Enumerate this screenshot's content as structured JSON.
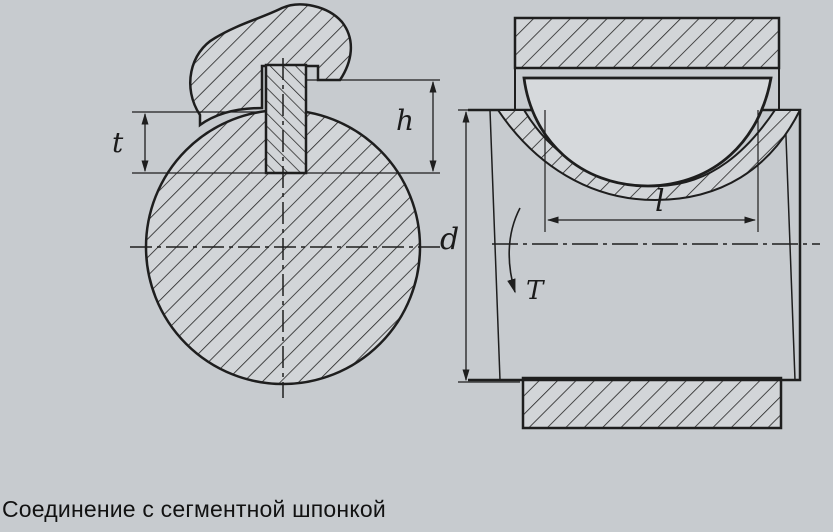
{
  "caption": "Соединение с сегментной шпонкой",
  "labels": {
    "t": "t",
    "h": "h",
    "d": "d",
    "l": "l",
    "T": "T"
  },
  "colors": {
    "paper": "#c7cbcf",
    "ink": "#1e1e1e"
  }
}
